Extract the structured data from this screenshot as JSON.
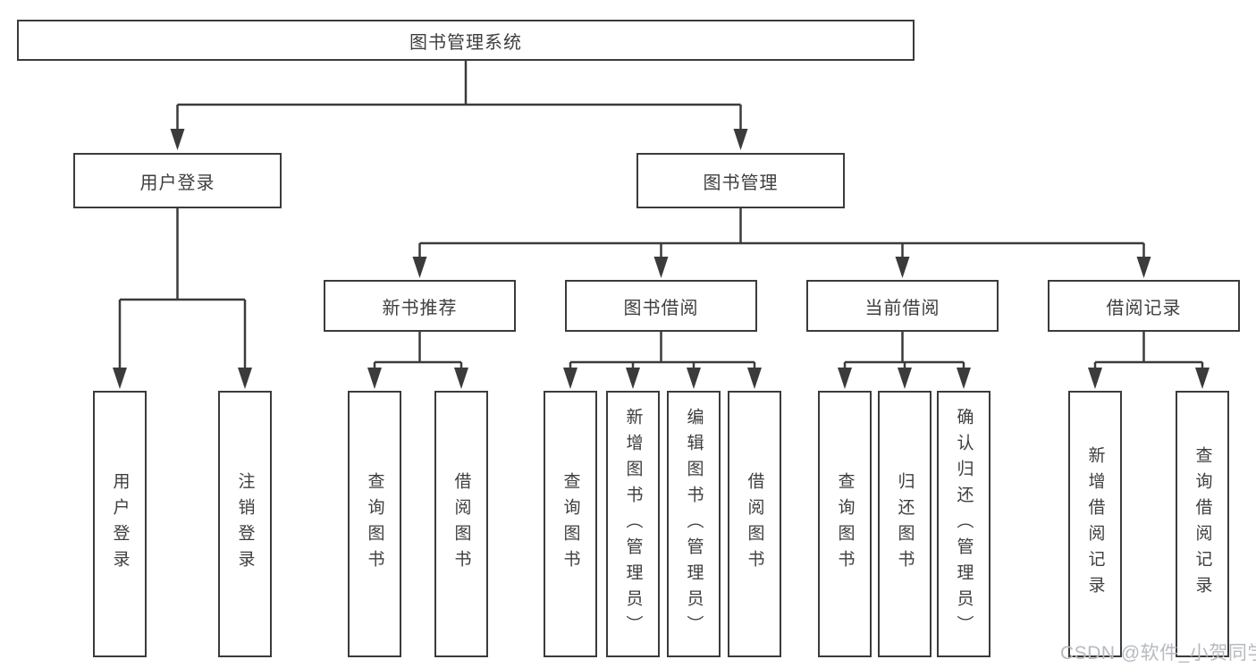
{
  "colors": {
    "line": "#3b3b3b",
    "text": "#3e3e3e",
    "background": "#ffffff",
    "watermark": "#b6bac0"
  },
  "tree": {
    "root": "图书管理系统",
    "branches": [
      {
        "label": "用户登录",
        "children": [
          "用户登录",
          "注销登录"
        ]
      },
      {
        "label": "图书管理",
        "children": [
          {
            "label": "新书推荐",
            "children": [
              "查询图书",
              "借阅图书"
            ]
          },
          {
            "label": "图书借阅",
            "children": [
              "查询图书",
              "新增图书（管理员）",
              "编辑图书（管理员）",
              "借阅图书"
            ]
          },
          {
            "label": "当前借阅",
            "children": [
              "查询图书",
              "归还图书",
              "确认归还（管理员）"
            ]
          },
          {
            "label": "借阅记录",
            "children": [
              "新增借阅记录",
              "查询借阅记录"
            ]
          }
        ]
      }
    ]
  },
  "watermark": "CSDN @软件_小贺同学"
}
